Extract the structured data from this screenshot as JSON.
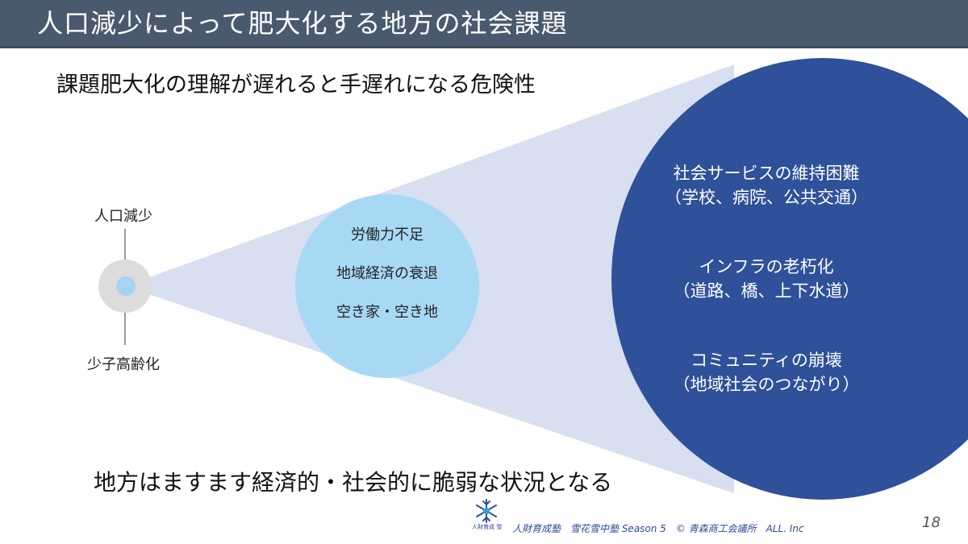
{
  "header": {
    "title": "人口減少によって肥大化する地方の社会課題"
  },
  "slide": {
    "headline": "課題肥大化の理解が遅れると手遅れになる危険性",
    "conclusion": "地方はますます経済的・社会的に脆弱な状況となる",
    "page_number": "18"
  },
  "diagram": {
    "origin": {
      "label_top": "人口減少",
      "label_bottom": "少子高齢化"
    },
    "middle": {
      "items": [
        "労働力不足",
        "地域経済の衰退",
        "空き家・空き地"
      ]
    },
    "large": {
      "items": [
        {
          "main": "社会サービスの維持困難",
          "sub": "（学校、病院、公共交通）"
        },
        {
          "main": "インフラの老朽化",
          "sub": "（道路、橋、上下水道）"
        },
        {
          "main": "コミュニティの崩壊",
          "sub": "（地域社会のつながり）"
        }
      ]
    },
    "colors": {
      "cone": "#d7dff0",
      "small_outer": "#dcdcdc",
      "small_inner": "#a6d4f0",
      "middle_circle": "#a7d9f5",
      "large_circle": "#2e519a"
    }
  },
  "footer": {
    "logo_caption": "人財育成 雪花雪中塾",
    "text": "人財育成塾　雪花雪中塾 Season 5　© 青森商工会議所　ALL. Inc",
    "logo_icon": "snowflake-icon"
  }
}
